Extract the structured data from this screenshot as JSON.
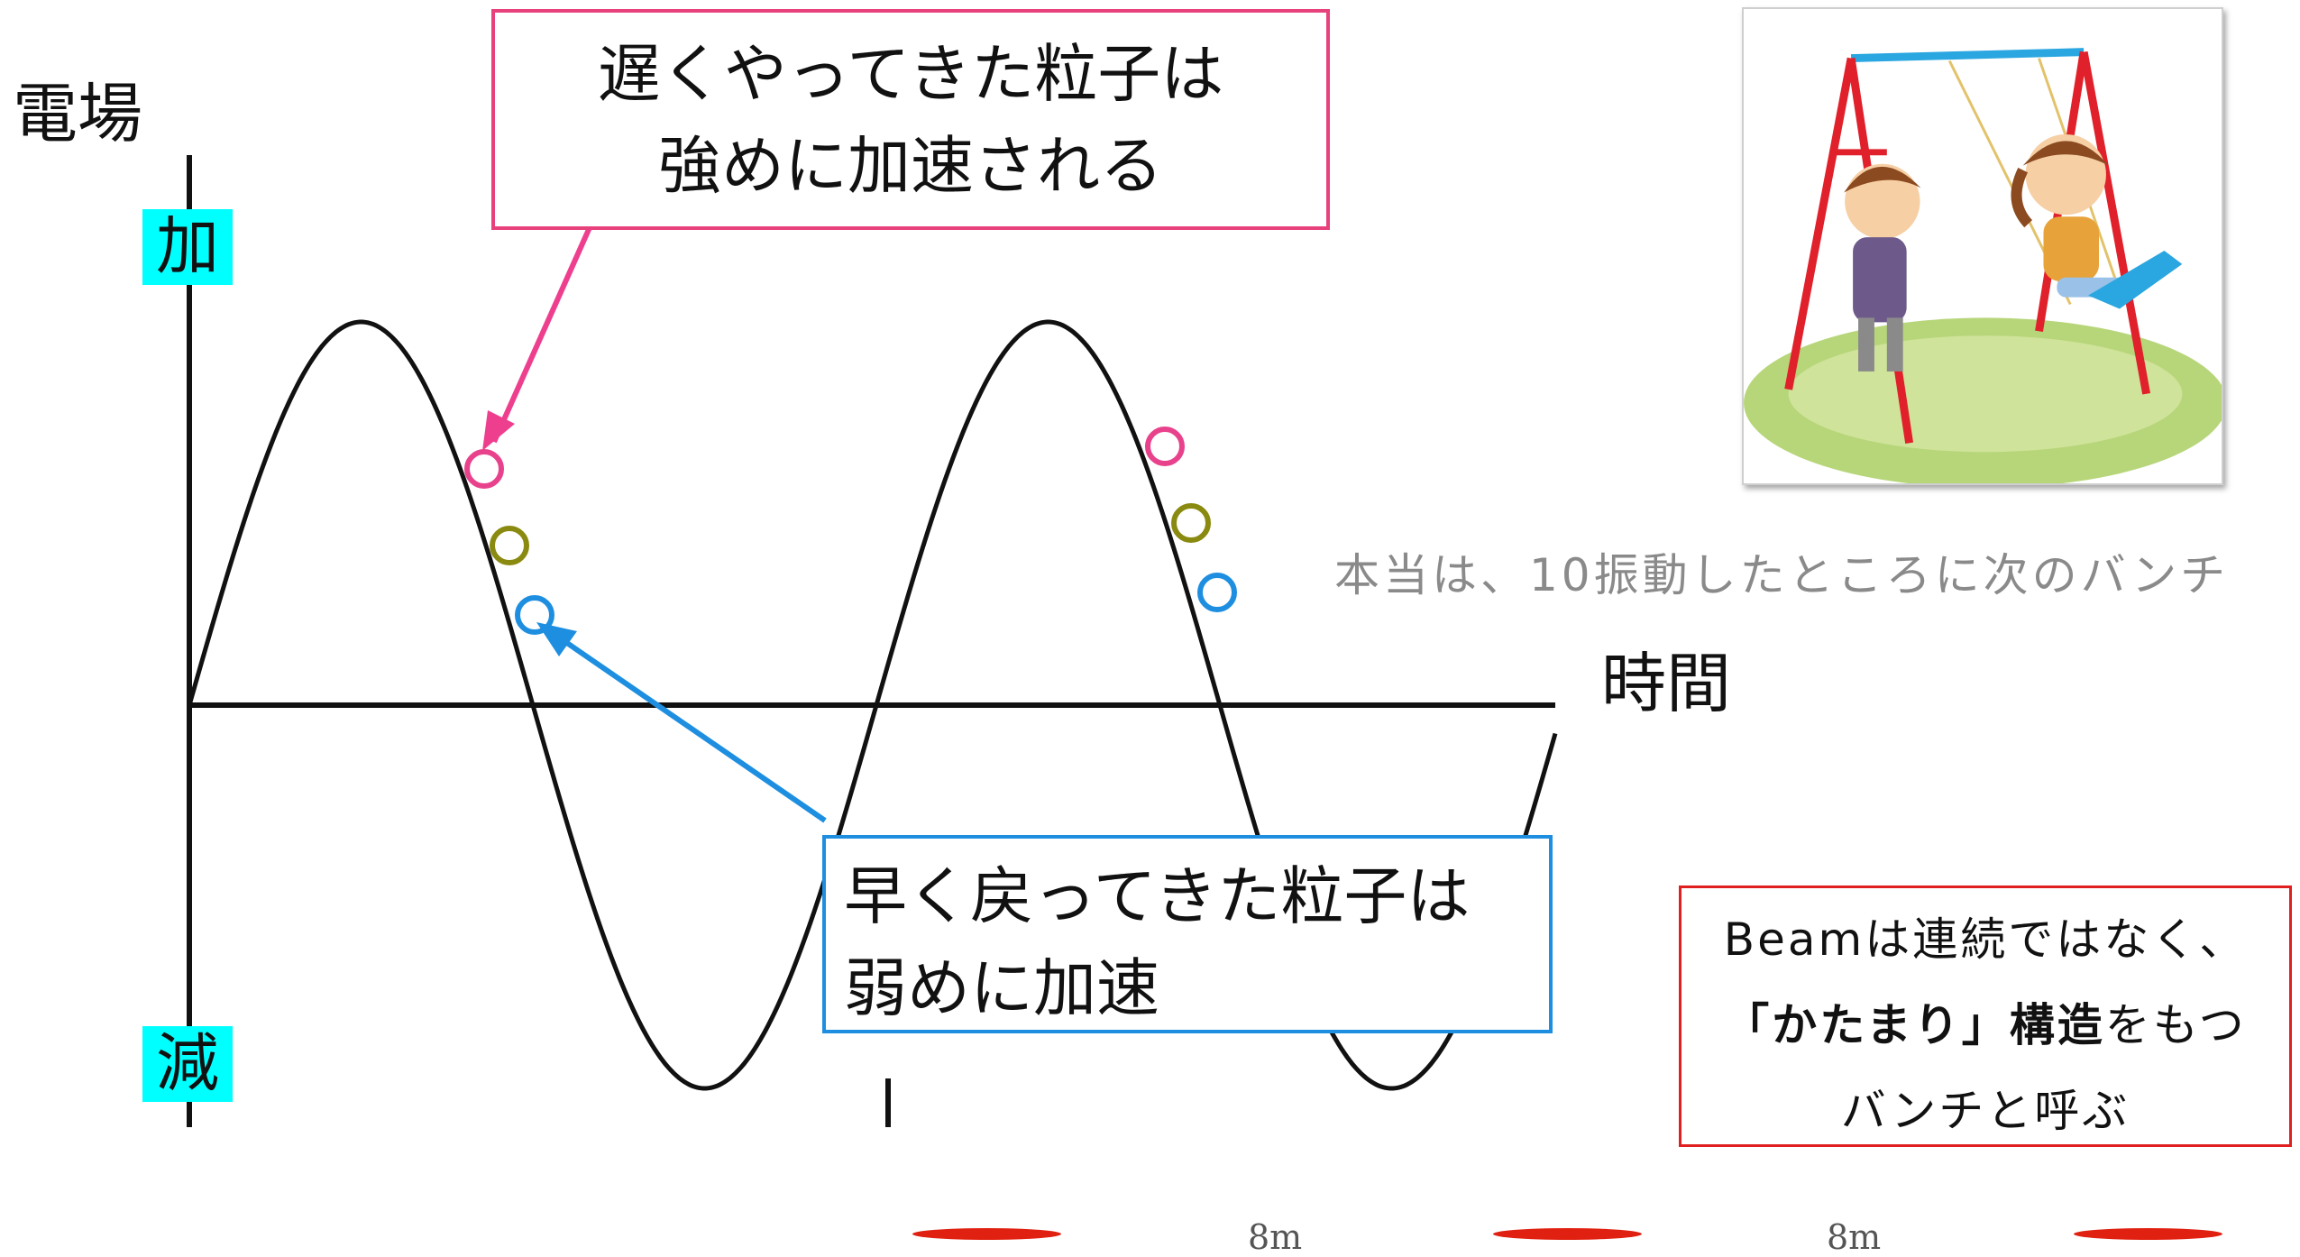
{
  "axes": {
    "y_label": "電場",
    "x_label": "時間",
    "top_tag": "加",
    "bottom_tag": "減"
  },
  "callouts": {
    "late_line1": "遅くやってきた粒子は",
    "late_line2": "強めに加速される",
    "early_line1": "早く戻ってきた粒子は",
    "early_line2": "弱めに加速"
  },
  "note": "本当は、10振動したところに次のバンチ",
  "beam_note": {
    "line1": "Beamは連続ではなく、",
    "line2_open": "「",
    "line2_bold": "かたまり",
    "line2_close": "」",
    "line2_bold2": "構造",
    "line2_rest": "をもつ",
    "line3": "バンチと呼ぶ"
  },
  "spacing": {
    "label_1": "8m",
    "label_2": "8m"
  },
  "colors": {
    "particle_late": "#e8428c",
    "particle_mid": "#8a8a10",
    "particle_early": "#1e8fe0",
    "tag_bg": "#00ffff",
    "bunch": "#e02010"
  },
  "illustration": "children-playing-on-swing"
}
